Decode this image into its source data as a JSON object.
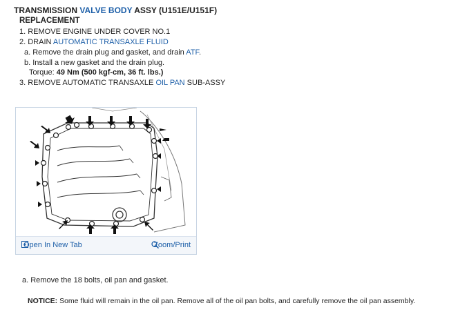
{
  "doc": {
    "title_prefix": "TRANSMISSION ",
    "title_link": "VALVE BODY",
    "title_suffix": " ASSY (U151E/U151F)",
    "heading": "REPLACEMENT",
    "step1": "1. REMOVE ENGINE UNDER COVER NO.1",
    "step2_prefix": "2. DRAIN ",
    "step2_link": "AUTOMATIC TRANSAXLE FLUID",
    "sub_a_prefix": "a. Remove the drain plug and gasket, and drain ",
    "sub_a_link": "ATF",
    "sub_a_suffix": ".",
    "sub_b": "b. Install a new gasket and the drain plug.",
    "torque_label": "Torque: ",
    "torque_value": "49 Nm (500 kgf-cm, 36 ft. lbs.)",
    "step3_prefix": "3. REMOVE AUTOMATIC TRANSAXLE ",
    "step3_link": "OIL PAN",
    "step3_suffix": " SUB-ASSY",
    "figure_open_tab": "Open In New Tab",
    "figure_zoom": "Zoom/Print",
    "remove_bolts": "a. Remove the 18 bolts, oil pan and gasket.",
    "notice_label": "NOTICE:",
    "notice_text": " Some fluid will remain in the oil pan. Remove all of the oil pan bolts, and carefully remove the oil pan assembly."
  },
  "icons": {
    "open_tab": "open-tab-icon",
    "zoom": "magnifier-icon"
  },
  "colors": {
    "link": "#1d5fa8",
    "figure_bar": "#f3f6fa"
  }
}
